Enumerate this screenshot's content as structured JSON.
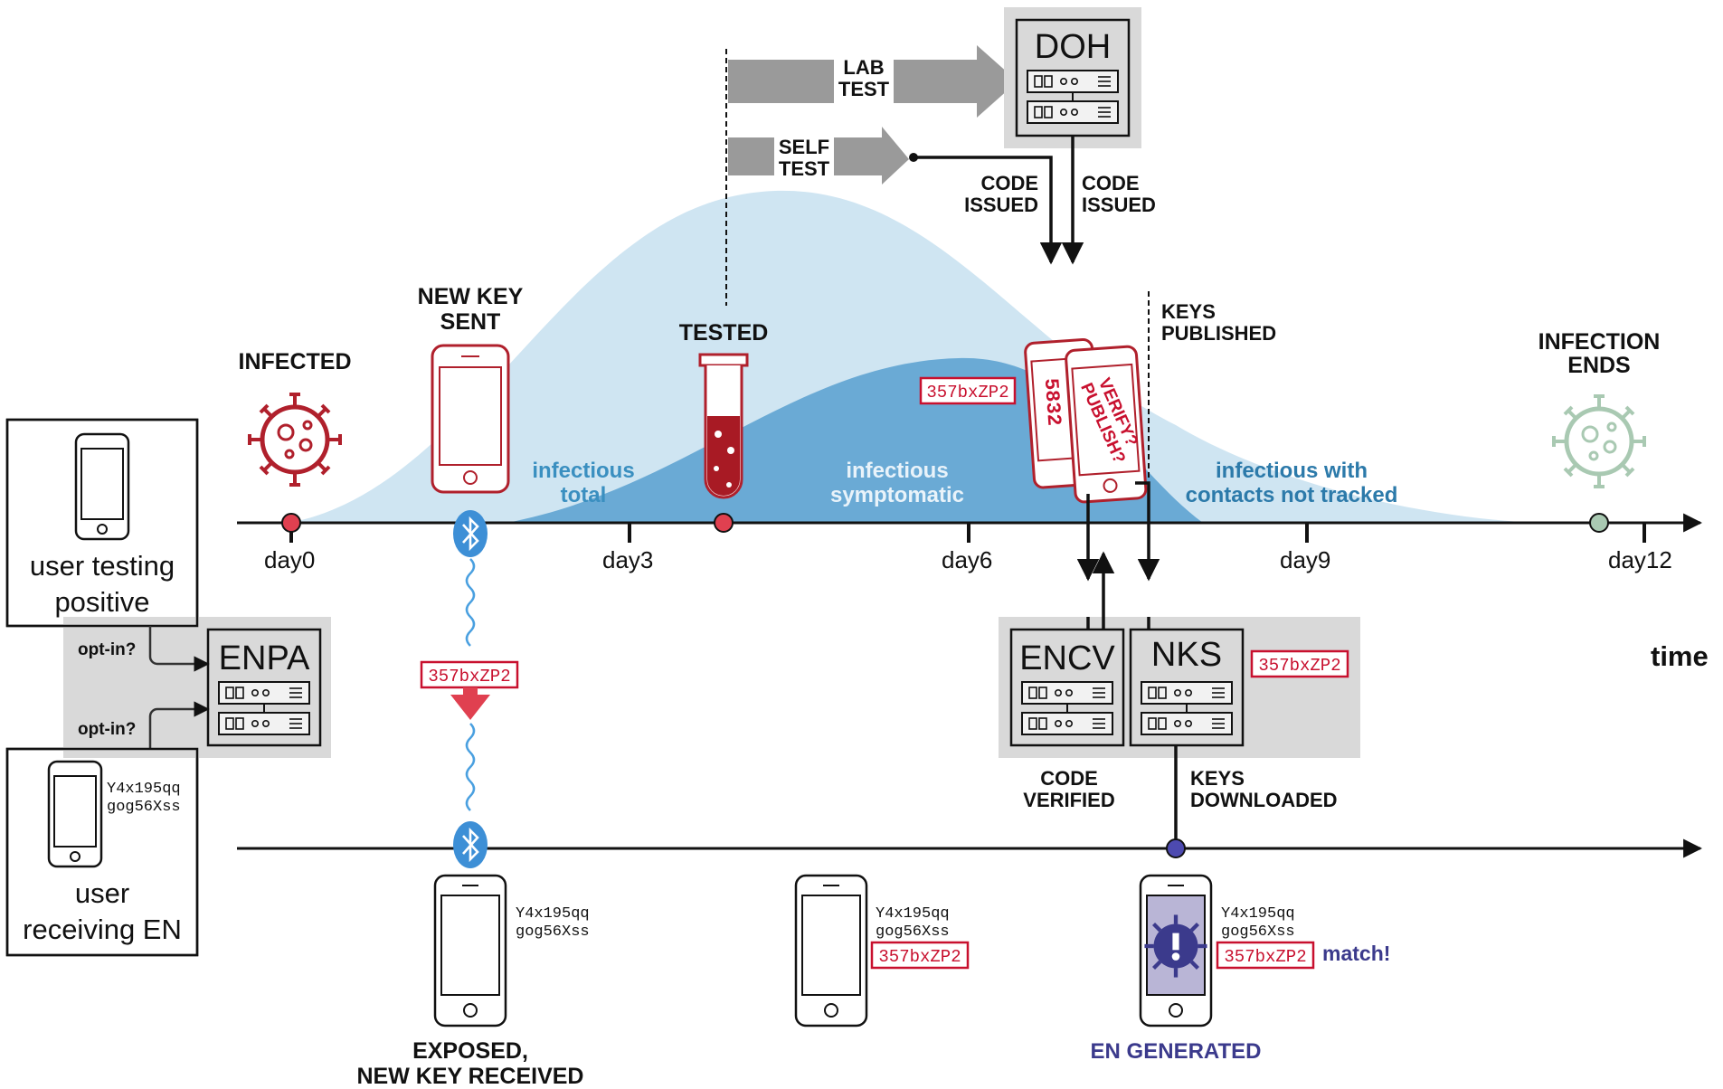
{
  "legend": {
    "user_testing_positive": [
      "user testing",
      "positive"
    ],
    "user_receiving_en": [
      "user",
      "receiving EN"
    ],
    "opt_in": "opt-in?"
  },
  "servers": {
    "enpa": "ENPA",
    "doh": "DOH",
    "encv": "ENCV",
    "nks": "NKS"
  },
  "timeline": {
    "days": [
      "day0",
      "day3",
      "day6",
      "day9",
      "day12"
    ],
    "axis_label": "time"
  },
  "events": {
    "infected": "INFECTED",
    "new_key_sent": [
      "NEW KEY",
      "SENT"
    ],
    "tested": "TESTED",
    "lab_test": [
      "LAB",
      "TEST"
    ],
    "self_test": [
      "SELF",
      "TEST"
    ],
    "code_issued": [
      "CODE",
      "ISSUED"
    ],
    "keys_published": [
      "KEYS",
      "PUBLISHED"
    ],
    "infection_ends": [
      "INFECTION",
      "ENDS"
    ],
    "code_verified": [
      "CODE",
      "VERIFIED"
    ],
    "keys_downloaded": [
      "KEYS",
      "DOWNLOADED"
    ],
    "exposed": [
      "EXPOSED,",
      "NEW KEY RECEIVED"
    ],
    "en_generated": "EN GENERATED",
    "match": "match!"
  },
  "curves": {
    "total": [
      "infectious",
      "total"
    ],
    "symptomatic": [
      "infectious",
      "symptomatic"
    ],
    "not_tracked": [
      "infectious with",
      "contacts not tracked"
    ]
  },
  "keys": {
    "new_key": "357bxZP2",
    "stored_keys": [
      "Y4x195qq",
      "gog56Xss"
    ],
    "phone_code": "5832",
    "verify_publish": [
      "VERIFY?",
      "PUBLISH?"
    ]
  },
  "colors": {
    "red": "#c8102e",
    "curve_light": "#cfe5f2",
    "curve_dark": "#6aaad5",
    "bluetooth": "#3d8fd6",
    "purple": "#3b3a8c",
    "panel_gray": "#d9d9d9"
  }
}
